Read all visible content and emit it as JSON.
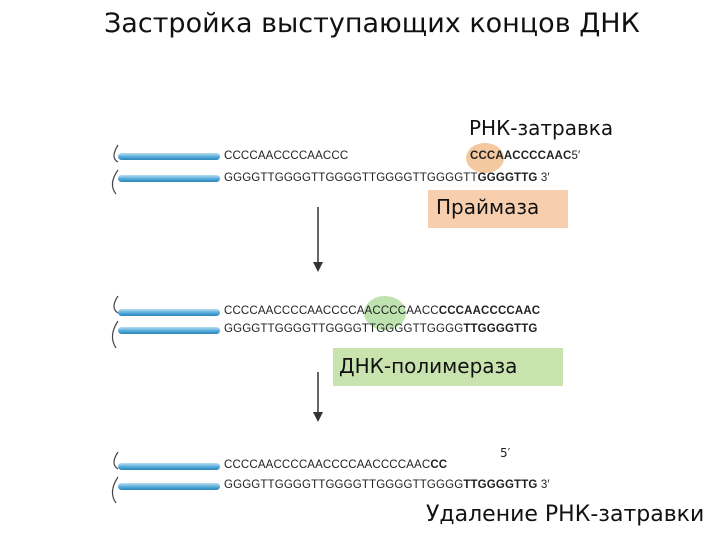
{
  "title": "Застройка выступающих концов ДНК",
  "labels": {
    "rna_primer": "РНК-затравка",
    "primase": "Праймаза",
    "polymerase": "ДНК-полимераза",
    "primer_removal": "Удаление РНК-затравки"
  },
  "colors": {
    "primase_box": "#f8cfae",
    "polymerase_box": "#c8e3ad",
    "primer_blob": "#f5c9a0",
    "polymerase_blob": "#bfe3b0",
    "dna_strand": "#4da6d6"
  },
  "panel1": {
    "top_seq": "CCCCAACCCCAACCC",
    "top_primer": "CCCAACCCCAAC",
    "top_primer_end": "5′",
    "bottom_seq": "GGGGTTGGGGTTGGGGTTGGGGTTGGGGTT",
    "bottom_bold": "GGGGTTG",
    "bottom_end": "3′"
  },
  "panel2": {
    "top_seq": "CCCCAACCCCAACCCCAACCCCAACC",
    "top_bold": "CCCAACCCCAAC",
    "bottom_seq": "GGGGTTGGGGTTGGGGTTGGGGTTGGGG",
    "bottom_bold": "TTGGGGTTG"
  },
  "panel3": {
    "top_seq": "CCCCAACCCCAACCCCAACCCCAAC",
    "top_bold": "CC",
    "top_end": "5′",
    "bottom_seq": "GGGGTTGGGGTTGGGGTTGGGGTTGGGG",
    "bottom_bold": "TTGGGGTTG",
    "bottom_end": "3′"
  }
}
